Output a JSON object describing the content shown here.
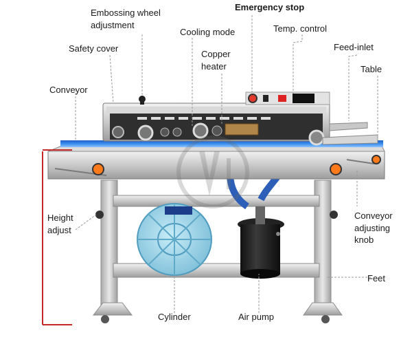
{
  "title": "",
  "labels": {
    "embossing_wheel": [
      "Embossing wheel",
      "adjustment"
    ],
    "emergency_stop": "Emergency stop",
    "cooling_mode": "Cooling mode",
    "temp_control": "Temp. control",
    "safety_cover": "Safety cover",
    "copper_heater": [
      "Copper",
      "heater"
    ],
    "feed_inlet": "Feed-inlet",
    "table": "Table",
    "conveyor": "Conveyor",
    "height_adjust": [
      "Height",
      "adjust"
    ],
    "conveyor_knob": [
      "Conveyor",
      "adjusting",
      "knob"
    ],
    "feet": "Feet",
    "cylinder": "Cylinder",
    "air_pump": "Air pump"
  },
  "colors": {
    "emergency_button": "#e23b2e",
    "belt": "#2d7de0",
    "blower": "#9fd4ea",
    "height_marker": "#c62828"
  }
}
